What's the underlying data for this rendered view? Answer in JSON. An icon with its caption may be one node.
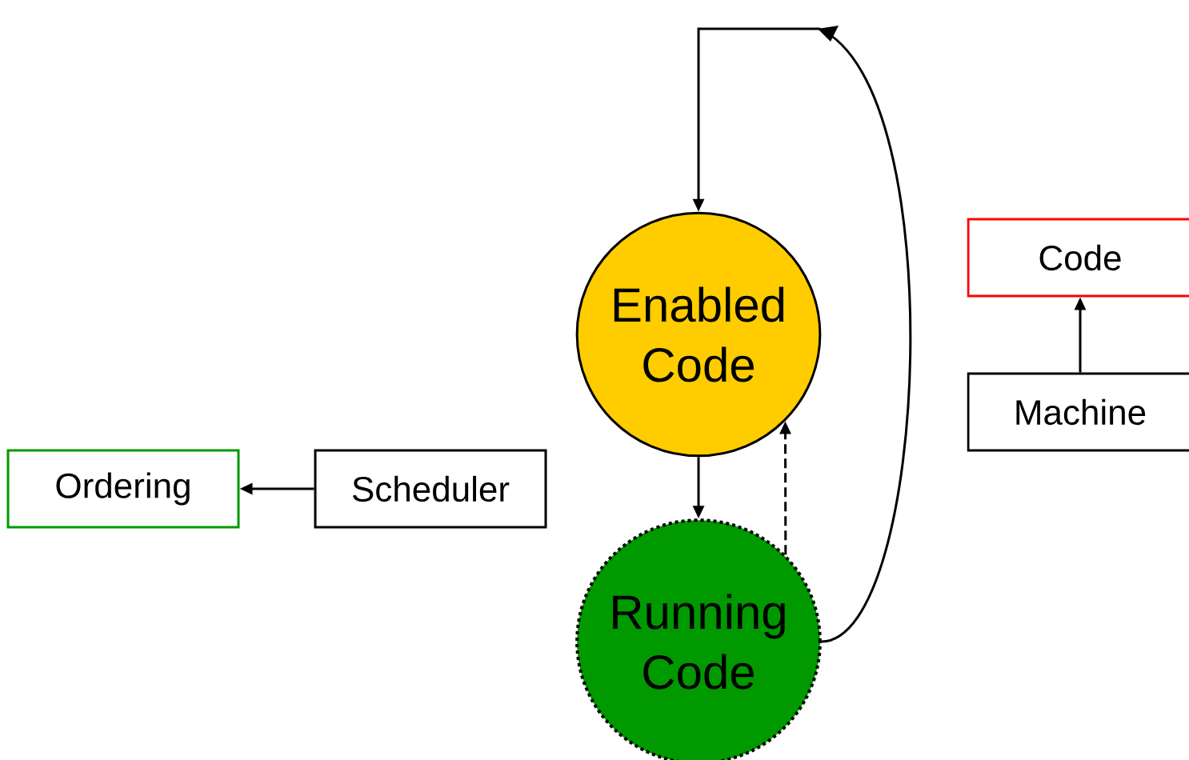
{
  "diagram": {
    "nodes": [
      {
        "text": [
          "Enabled Code"
        ]
      },
      {
        "text": [
          "Code"
        ]
      },
      {
        "text": [
          "Machine"
        ]
      },
      {
        "text": [
          "Ordering"
        ]
      },
      {
        "text": [
          "Scheduler"
        ]
      },
      {
        "text": [
          "Running Code"
        ]
      }
    ],
    "edges": [
      {
        "from": 0,
        "to": 5,
        "arrow": "to"
      },
      {
        "from": 5,
        "to": 0,
        "arrow": "to",
        "style": "dashed"
      },
      {
        "from": 5,
        "to": 0,
        "arrow": "to"
      },
      {
        "from": 4,
        "to": 3,
        "arrow": "to"
      },
      {
        "from": 2,
        "to": 1,
        "arrow": "to"
      }
    ]
  }
}
